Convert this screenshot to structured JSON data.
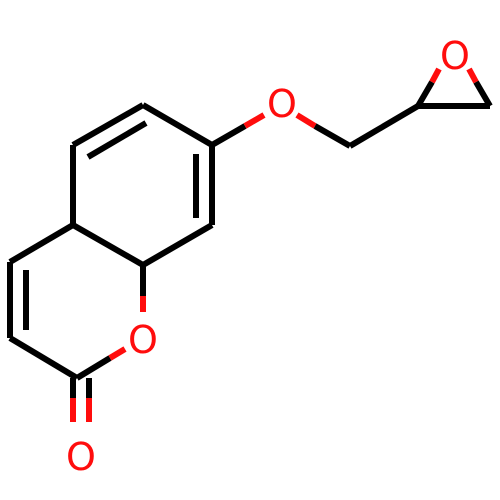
{
  "molecule": {
    "atoms": {
      "o_epoxide": "O",
      "o_ether": "O",
      "o_ring": "O",
      "o_carbonyl": "O"
    }
  },
  "colors": {
    "bond": "#000000",
    "oxygen": "#ff0d0d",
    "background": "#ffffff"
  }
}
